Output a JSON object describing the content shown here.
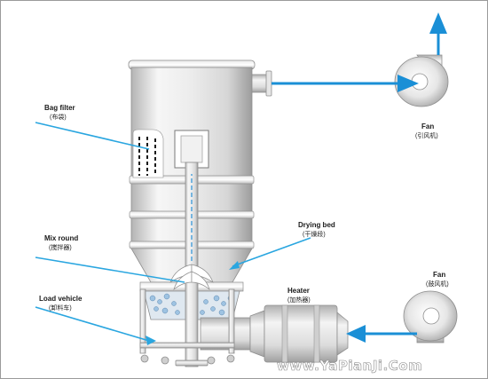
{
  "labels": {
    "bag_filter": {
      "en": "Bag filter",
      "cn": "(布袋)"
    },
    "mix_round": {
      "en": "Mix round",
      "cn": "(搅拌器)"
    },
    "load_vehicle": {
      "en": "Load vehicle",
      "cn": "(卸料车)"
    },
    "drying_bed": {
      "en": "Drying bed",
      "cn": "(干燥段)"
    },
    "heater": {
      "en": "Heater",
      "cn": "(加热器)"
    },
    "fan_exhaust": {
      "en": "Fan",
      "cn": "(引风机)"
    },
    "fan_blower": {
      "en": "Fan",
      "cn": "(鼓风机)"
    }
  },
  "watermark": "www.YaPianJi.Com",
  "colors": {
    "airflow": "#1a8fd6",
    "leader": "#2aa6e0",
    "metal_light": "#f2f2f2",
    "metal_dark": "#a8a8a8",
    "outline": "#8e8e8e",
    "border": "#9a9a9a"
  }
}
